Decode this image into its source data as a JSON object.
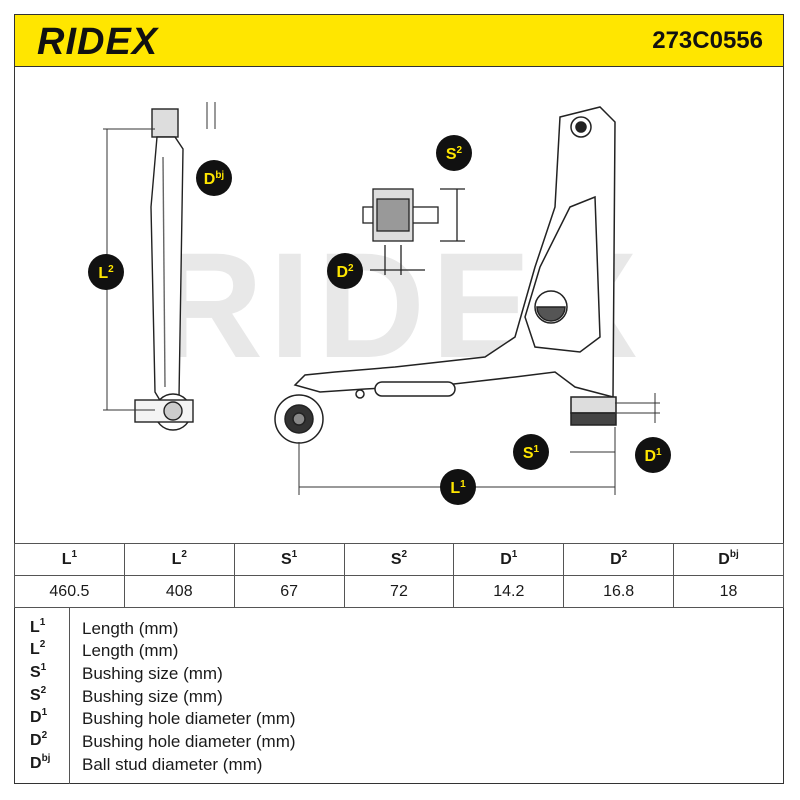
{
  "header": {
    "brand": "RIDEX",
    "part_number": "273C0556"
  },
  "watermark": "RIDEX",
  "callouts": [
    {
      "id": "Dbj",
      "base": "D",
      "sup": "bj"
    },
    {
      "id": "L2",
      "base": "L",
      "sup": "2"
    },
    {
      "id": "S2",
      "base": "S",
      "sup": "2"
    },
    {
      "id": "D2",
      "base": "D",
      "sup": "2"
    },
    {
      "id": "S1",
      "base": "S",
      "sup": "1"
    },
    {
      "id": "D1",
      "base": "D",
      "sup": "1"
    },
    {
      "id": "L1",
      "base": "L",
      "sup": "1"
    }
  ],
  "spec_table": {
    "headers": [
      {
        "base": "L",
        "sup": "1"
      },
      {
        "base": "L",
        "sup": "2"
      },
      {
        "base": "S",
        "sup": "1"
      },
      {
        "base": "S",
        "sup": "2"
      },
      {
        "base": "D",
        "sup": "1"
      },
      {
        "base": "D",
        "sup": "2"
      },
      {
        "base": "D",
        "sup": "bj"
      }
    ],
    "values": [
      "460.5",
      "408",
      "67",
      "72",
      "14.2",
      "16.8",
      "18"
    ]
  },
  "legend": [
    {
      "base": "L",
      "sup": "1",
      "desc": "Length (mm)"
    },
    {
      "base": "L",
      "sup": "2",
      "desc": "Length (mm)"
    },
    {
      "base": "S",
      "sup": "1",
      "desc": "Bushing size (mm)"
    },
    {
      "base": "S",
      "sup": "2",
      "desc": "Bushing size (mm)"
    },
    {
      "base": "D",
      "sup": "1",
      "desc": "Bushing hole diameter (mm)"
    },
    {
      "base": "D",
      "sup": "2",
      "desc": "Bushing hole diameter (mm)"
    },
    {
      "base": "D",
      "sup": "bj",
      "desc": "Ball stud diameter (mm)"
    }
  ],
  "colors": {
    "brand_yellow": "#ffe600",
    "callout_fill": "#111111",
    "callout_text": "#ffe600",
    "watermark": "#e6e6e6"
  }
}
